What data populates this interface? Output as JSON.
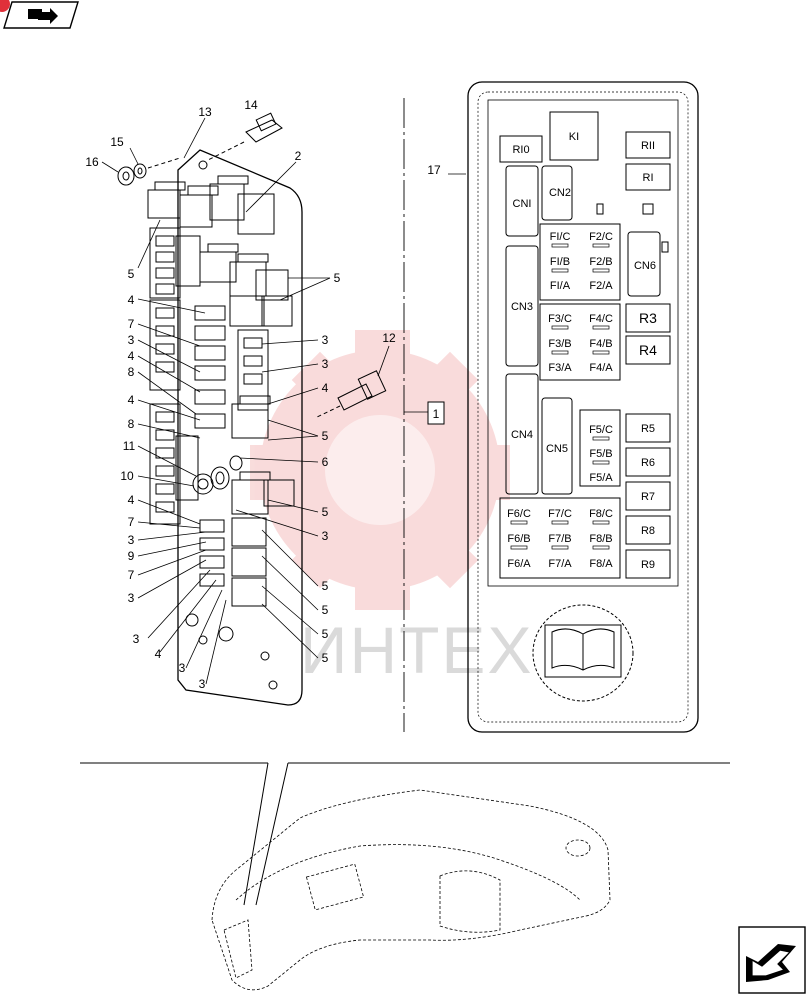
{
  "watermark": {
    "text": "ИНТЕХ"
  },
  "callouts": {
    "c1": "1",
    "c2": "2",
    "c3": "3",
    "c4": "4",
    "c5": "5",
    "c6": "6",
    "c7": "7",
    "c8": "8",
    "c9": "9",
    "c10": "10",
    "c11": "11",
    "c12": "12",
    "c13": "13",
    "c14": "14",
    "c15": "15",
    "c16": "16",
    "c17": "17"
  },
  "decal": {
    "relays_top": [
      "RI0",
      "KI",
      "RII",
      "RI"
    ],
    "connectors": [
      "CNI",
      "CN2",
      "CN3",
      "CN4",
      "CN5",
      "CN6"
    ],
    "fuses": {
      "g1": [
        "FI/C",
        "FI/B",
        "FI/A"
      ],
      "g2": [
        "F2/C",
        "F2/B",
        "F2/A"
      ],
      "g3": [
        "F3/C",
        "F3/B",
        "F3/A"
      ],
      "g4": [
        "F4/C",
        "F4/B",
        "F4/A"
      ],
      "g5": [
        "F5/C",
        "F5/B",
        "F5/A"
      ],
      "g6": [
        "F6/C",
        "F6/B",
        "F6/A"
      ],
      "g7": [
        "F7/C",
        "F7/B",
        "F7/A"
      ],
      "g8": [
        "F8/C",
        "F8/B",
        "F8/A"
      ]
    },
    "relays": [
      "R3",
      "R4",
      "R5",
      "R6",
      "R7",
      "R8",
      "R9"
    ]
  },
  "icons": {
    "top_nav": "book-with-arrow-icon",
    "bottom_nav": "next-page-arrow-icon",
    "manual": "open-book-icon"
  },
  "colors": {
    "line": "#000000",
    "watermark": "#e0403f"
  }
}
